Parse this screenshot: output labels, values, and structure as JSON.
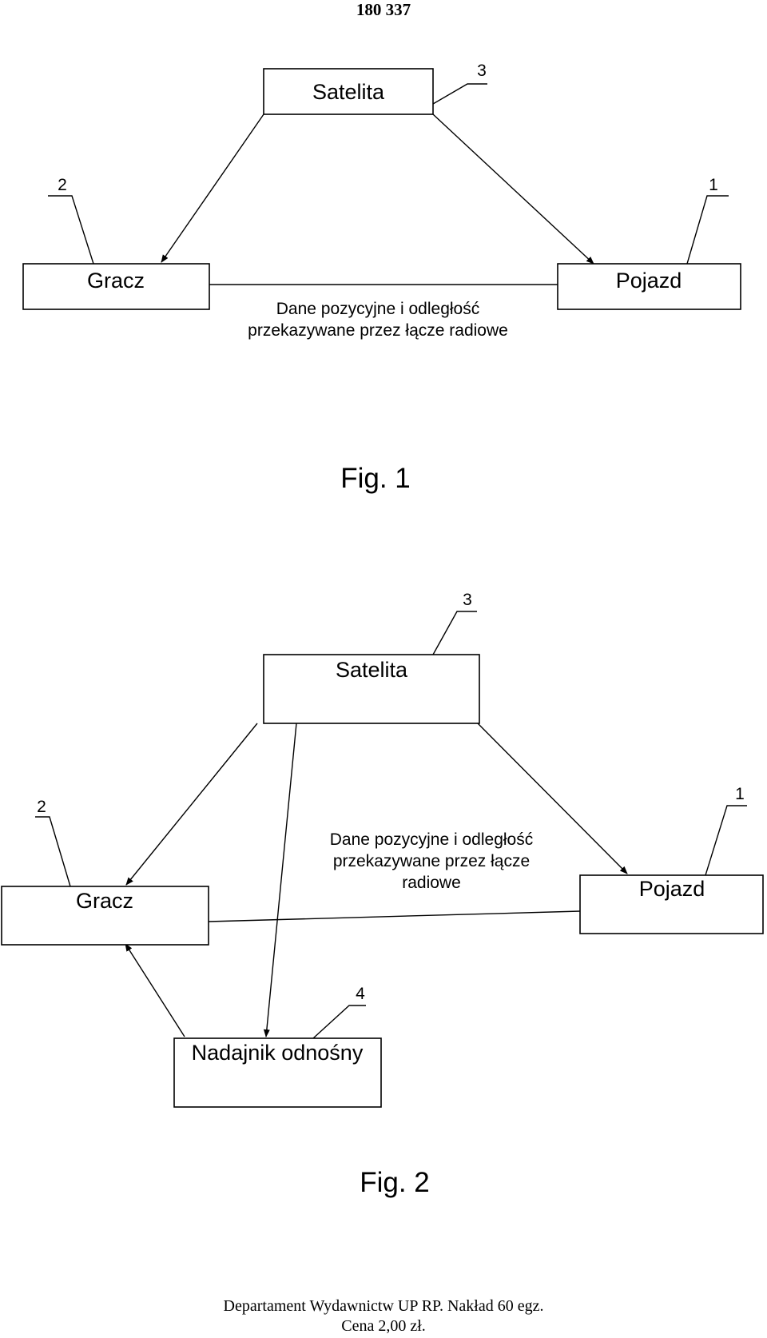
{
  "page_number": "180 337",
  "fig1": {
    "satellite": "Satelita",
    "player": "Gracz",
    "vehicle": "Pojazd",
    "ref_satellite": "3",
    "ref_player": "2",
    "ref_vehicle": "1",
    "link_line1": "Dane pozycyjne i odległość",
    "link_line2": "przekazywane przez łącze radiowe",
    "caption": "Fig. 1"
  },
  "fig2": {
    "satellite": "Satelita",
    "player": "Gracz",
    "vehicle": "Pojazd",
    "transmitter": "Nadajnik odnośny",
    "ref_satellite": "3",
    "ref_player": "2",
    "ref_vehicle": "1",
    "ref_transmitter": "4",
    "link_line1": "Dane pozycyjne i odległość",
    "link_line2": "przekazywane przez łącze",
    "link_line3": "radiowe",
    "caption": "Fig. 2"
  },
  "footer": {
    "line1": "Departament Wydawnictw UP RP. Nakład 60 egz.",
    "line2": "Cena 2,00 zł."
  }
}
